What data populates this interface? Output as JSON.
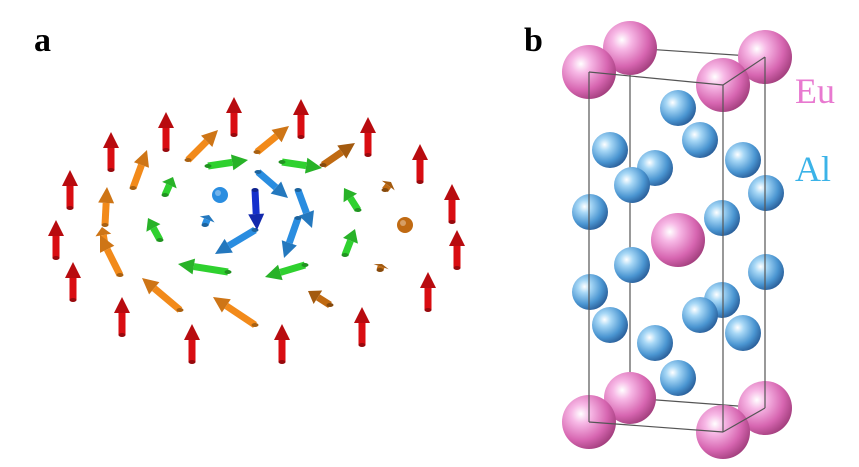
{
  "panels": {
    "a": {
      "label": "a"
    },
    "b": {
      "label": "b"
    }
  },
  "legend": {
    "eu": {
      "text": "Eu",
      "color": "#e879d0"
    },
    "al": {
      "text": "Al",
      "color": "#3bb3e8"
    }
  },
  "colors": {
    "spin_up": "#d90d12",
    "spin_orange": "#f28a1a",
    "spin_brown": "#c06a12",
    "spin_green": "#2fd12f",
    "spin_blue": "#2a8de0",
    "spin_core": "#1530cc",
    "eu_atom": "#e07abf",
    "al_atom": "#5aa5dc"
  }
}
